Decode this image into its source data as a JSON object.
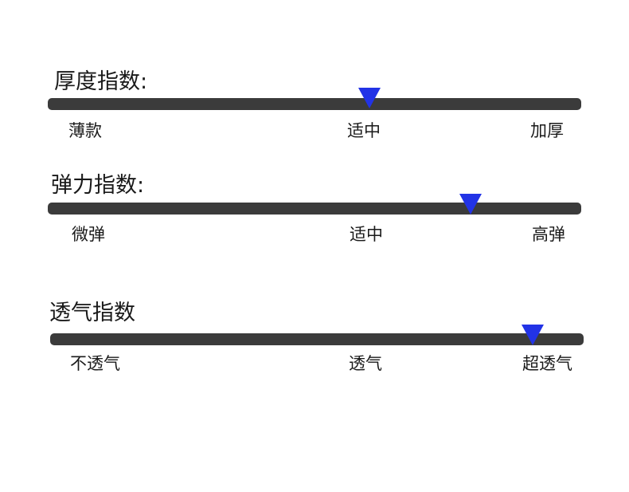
{
  "accent_color": "#2233e6",
  "track_color": "#3b3b3b",
  "indices": [
    {
      "title": "厚度指数:",
      "labels": {
        "left": "薄款",
        "middle": "适中",
        "right": "加厚"
      },
      "level": 0.6
    },
    {
      "title": "弹力指数:",
      "labels": {
        "left": "微弹",
        "middle": "适中",
        "right": "高弹"
      },
      "level": 0.79
    },
    {
      "title": "透气指数",
      "labels": {
        "left": "不透气",
        "middle": "透气",
        "right": "超透气"
      },
      "level": 0.9
    }
  ]
}
